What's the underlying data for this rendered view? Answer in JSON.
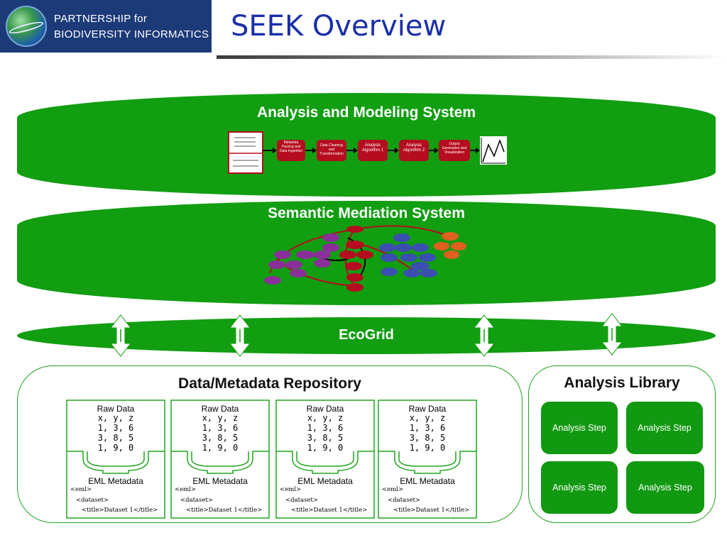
{
  "header": {
    "logo_line1": "PARTNERSHIP for",
    "logo_line2": "BIODIVERSITY INFORMATICS",
    "title": "SEEK Overview"
  },
  "analysis_modeling": {
    "title": "Analysis and Modeling System",
    "steps": [
      "Metadata Parsing and Data Ingestion",
      "Data Cleaning and Transformation",
      "Analysis Algorithm 1",
      "Analysis Algorithm 2",
      "Output Generation and Visualization"
    ]
  },
  "semantic_mediation": {
    "title": "Semantic Mediation System"
  },
  "ecogrid": {
    "title": "EcoGrid"
  },
  "repository": {
    "title": "Data/Metadata Repository",
    "cards": [
      {
        "raw_title": "Raw Data",
        "rows": [
          "x, y, z",
          "1, 3, 6",
          "3, 8, 5",
          "1, 9, 0"
        ],
        "eml_title": "EML Metadata",
        "xml": [
          "<eml>",
          "<dataset>",
          "<title>Dataset 1</title>"
        ]
      },
      {
        "raw_title": "Raw Data",
        "rows": [
          "x, y, z",
          "1, 3, 6",
          "3, 8, 5",
          "1, 9, 0"
        ],
        "eml_title": "EML Metadata",
        "xml": [
          "<eml>",
          "<dataset>",
          "<title>Dataset 1</title>"
        ]
      },
      {
        "raw_title": "Raw Data",
        "rows": [
          "x, y, z",
          "1, 3, 6",
          "3, 8, 5",
          "1, 9, 0"
        ],
        "eml_title": "EML Metadata",
        "xml": [
          "<eml>",
          "<dataset>",
          "<title>Dataset 1</title>"
        ]
      },
      {
        "raw_title": "Raw Data",
        "rows": [
          "x, y, z",
          "1, 3, 6",
          "3, 8, 5",
          "1, 9, 0"
        ],
        "eml_title": "EML Metadata",
        "xml": [
          "<eml>",
          "<dataset>",
          "<title>Dataset 1</title>"
        ]
      }
    ]
  },
  "library": {
    "title": "Analysis Library",
    "steps": [
      "Analysis Step",
      "Analysis Step",
      "Analysis Step",
      "Analysis Step"
    ]
  },
  "colors": {
    "band_green": "#119e11",
    "title_blue": "#1a2fa8",
    "header_navy": "#1c3a78",
    "step_red": "#b50d1f",
    "node_purple": "#8a2f9a",
    "node_blue": "#3a4fb0",
    "node_orange": "#e06020"
  }
}
